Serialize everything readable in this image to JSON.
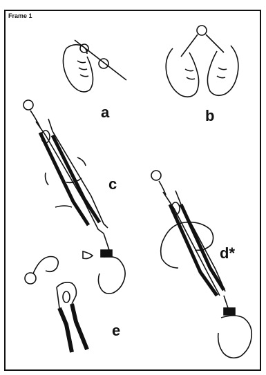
{
  "frame": {
    "title": "Frame 1"
  },
  "panels": {
    "a": {
      "label": "a"
    },
    "b": {
      "label": "b"
    },
    "c": {
      "label": "c"
    },
    "d": {
      "label": "d*"
    },
    "e": {
      "label": "e"
    }
  }
}
